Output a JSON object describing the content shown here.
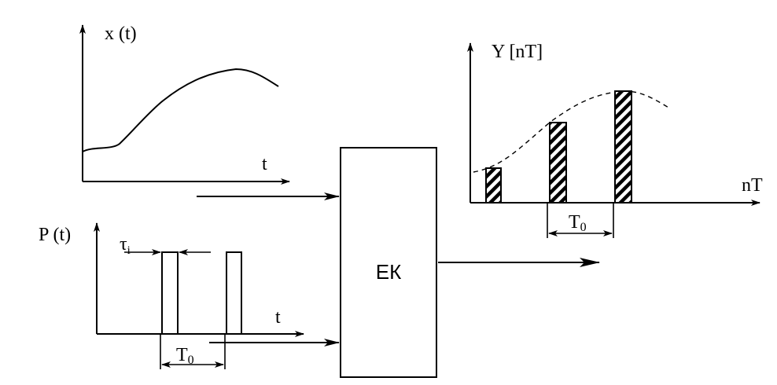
{
  "diagram": {
    "input_signal": {
      "axis_label": "x (t)",
      "time_label": "t"
    },
    "pulse_train": {
      "axis_label": "P (t)",
      "pulse_width_label": "τ",
      "pulse_width_subscript": "i",
      "time_label": "t",
      "period_label": "T",
      "period_subscript": "0"
    },
    "block": {
      "label": "ЕК"
    },
    "output_signal": {
      "axis_label": "Y [nT]",
      "time_label": "nT",
      "period_label": "T",
      "period_subscript": "0"
    }
  }
}
